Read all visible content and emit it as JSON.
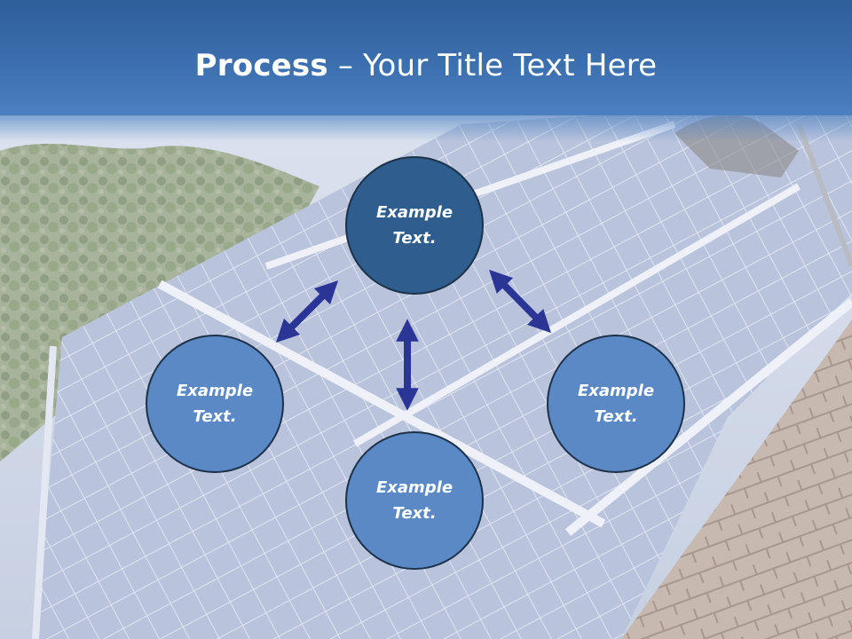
{
  "title": {
    "bold": "Process",
    "separator": " – ",
    "rest": "Your Title Text Here"
  },
  "nodes": {
    "top": {
      "line1": "Example",
      "line2": "Text."
    },
    "left": {
      "line1": "Example",
      "line2": "Text."
    },
    "right": {
      "line1": "Example",
      "line2": "Text."
    },
    "bottom": {
      "line1": "Example",
      "line2": "Text."
    }
  },
  "colors": {
    "title_bar": "#3c6fae",
    "node_top": "#2e5d8e",
    "node_other": "#5b89c6",
    "arrow": "#2b3596"
  }
}
